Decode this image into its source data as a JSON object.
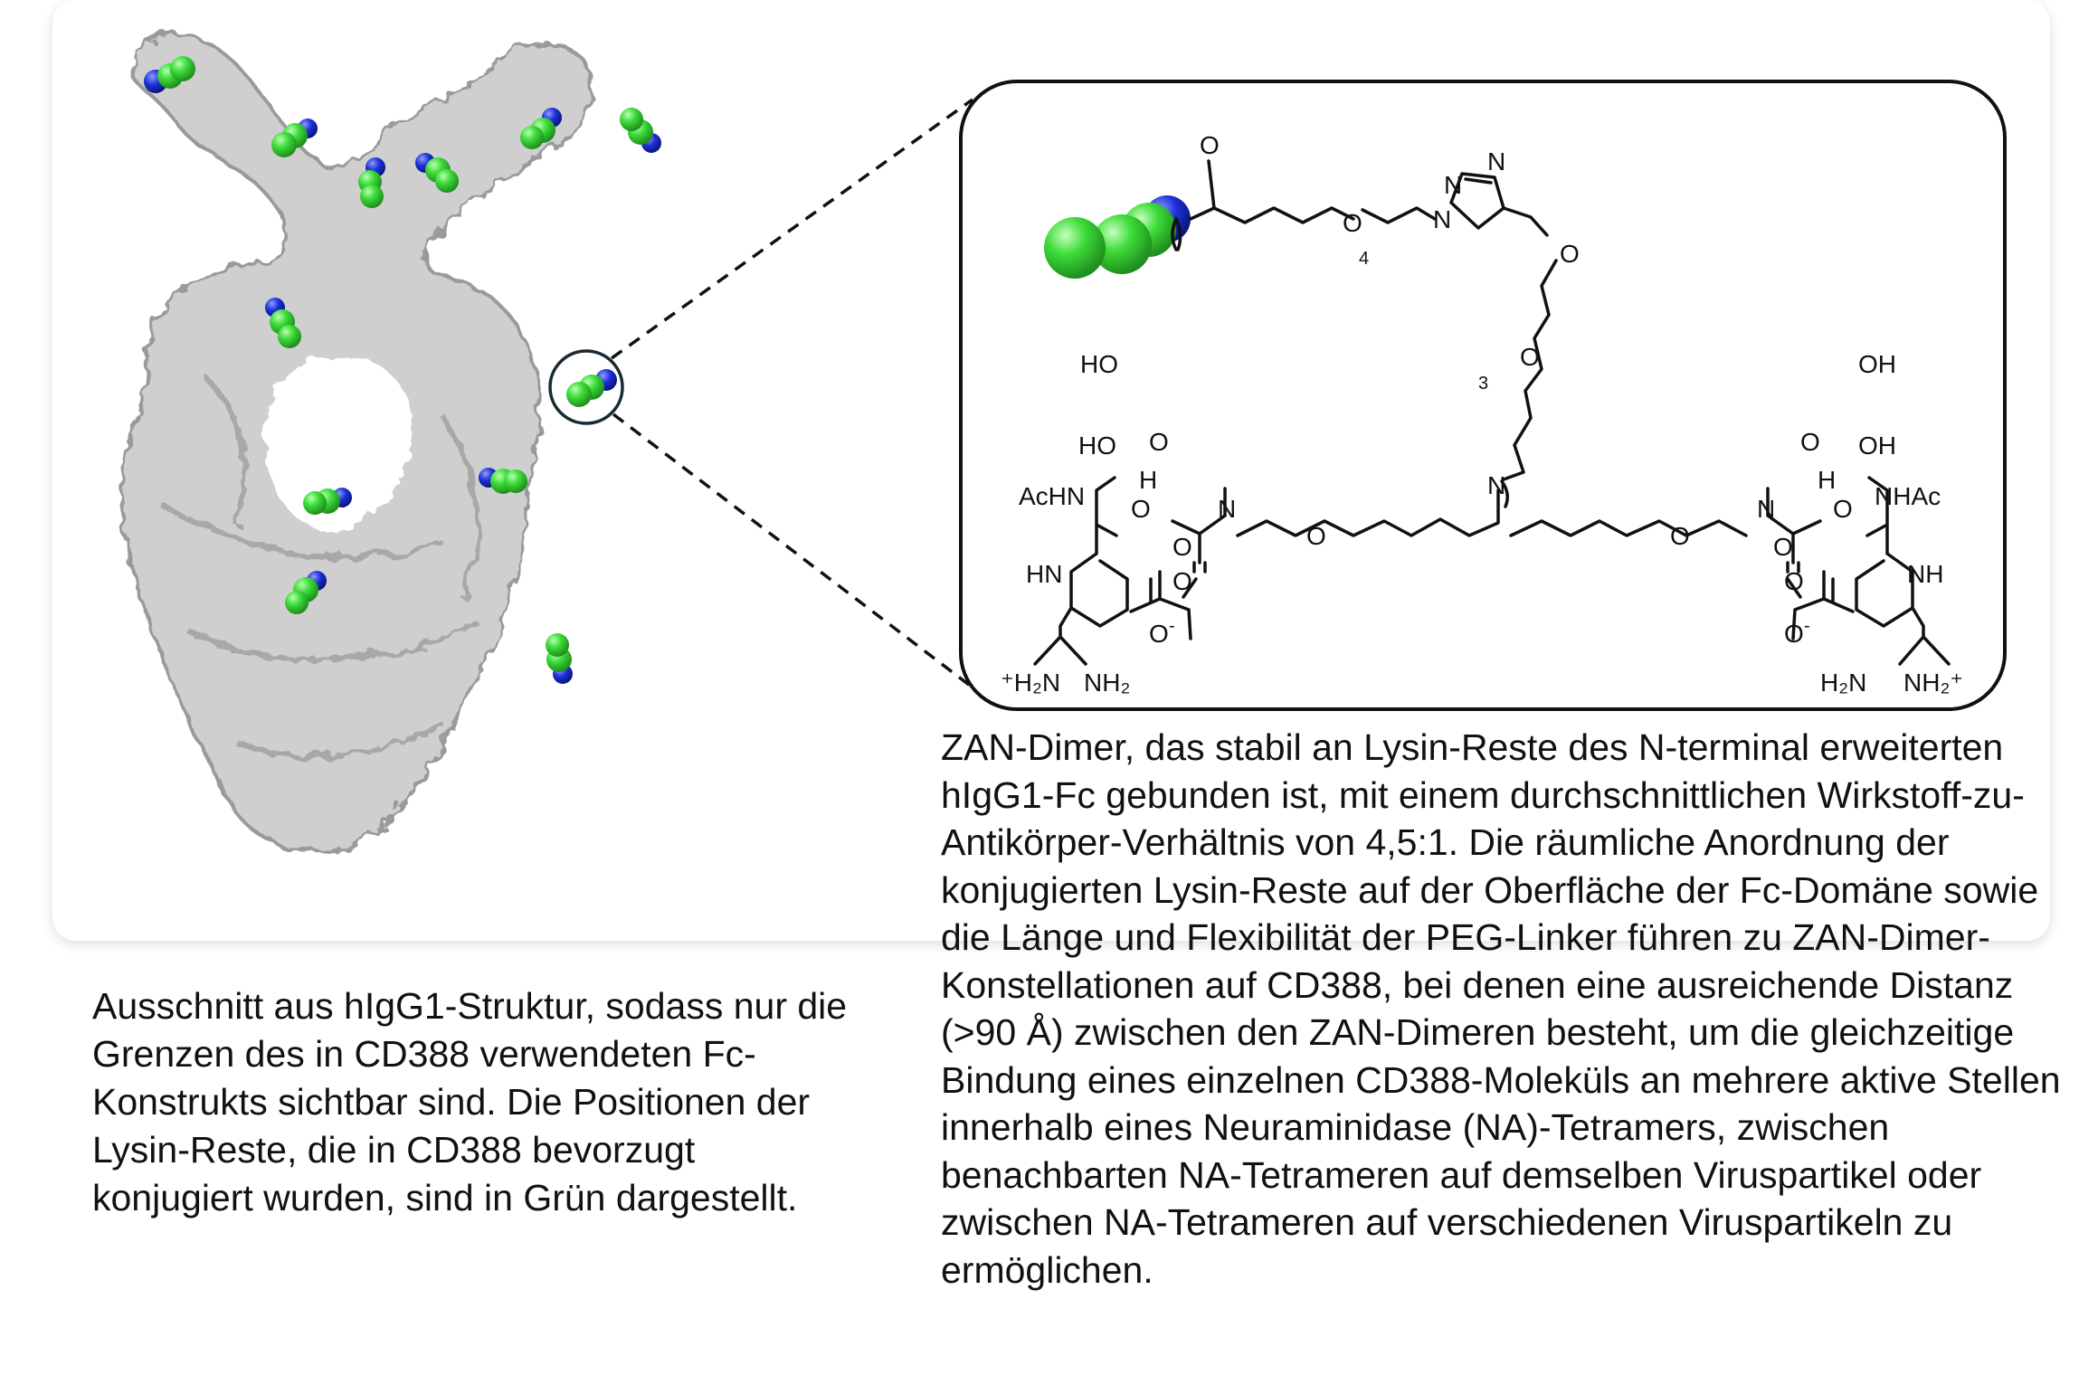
{
  "figure": {
    "left_caption": "Ausschnitt aus hIgG1-Struktur, sodass nur die Grenzen des in CD388 verwendeten Fc-Konstrukts sichtbar sind. Die Positionen der Lysin-Reste, die in CD388 bevorzugt konjugiert wurden, sind in Grün dargestellt.",
    "right_caption": "ZAN-Dimer, das stabil an Lysin-Reste des N-terminal erweiterten hIgG1-Fc gebunden ist, mit einem durchschnittlichen Wirkstoff-zu-Antikörper-Verhältnis von 4,5:1. Die räumliche Anordnung der konjugierten Lysin-Reste auf der Oberfläche der Fc-Domäne sowie die Länge und Flexibilität der PEG-Linker führen zu ZAN-Dimer-Konstellationen auf CD388, bei denen eine ausreichende Distanz (>90 Å) zwischen den ZAN-Dimeren besteht, um die gleichzeitige Bindung eines einzelnen CD388-Moleküls an mehrere aktive Stellen innerhalb eines Neuraminidase (NA)-Tetramers, zwischen benachbarten NA-Tetrameren auf demselben Viruspartikel oder zwischen NA-Tetrameren auf verschiedenen Viruspartikeln zu ermöglichen."
  },
  "colors": {
    "lysine_green": "#3ddc3a",
    "nitrogen_blue": "#1c2fd6",
    "surface_gray": "#cfcfcf"
  },
  "molecule": {
    "o_carbonyl": "O",
    "o_peg1": "O",
    "sub_4": "4",
    "n_triazole_1": "N",
    "eq": "=",
    "n_triazole_2": "N",
    "n_triazole_3": "N",
    "o_ether_a": "O",
    "o_ether_b": "O",
    "sub_3": "3",
    "n_center": "N",
    "o_chain_left": "O",
    "o_chain_right": "O",
    "n_carb_left": "N",
    "n_carb_right": "N",
    "l_ho_top": "HO",
    "l_ho_mid": "HO",
    "l_o_carb": "O",
    "l_o_carbonyl": "O",
    "l_h": "H",
    "l_achn": "AcHN",
    "l_o_ring": "O",
    "l_hn": "HN",
    "l_o_acid": "O",
    "l_o_minus": "O",
    "minus": "-",
    "l_guan": "⁺H₂N",
    "l_nh2": "NH₂",
    "r_oh_top": "OH",
    "r_oh_mid": "OH",
    "r_o_carb": "O",
    "r_o_carbonyl": "O",
    "r_h": "H",
    "r_nhac": "NHAc",
    "r_o_ring": "O",
    "r_nh": "NH",
    "r_o_acid": "O",
    "r_o_minus": "O",
    "r_h2n": "H₂N",
    "r_nh2plus": "NH₂⁺"
  }
}
